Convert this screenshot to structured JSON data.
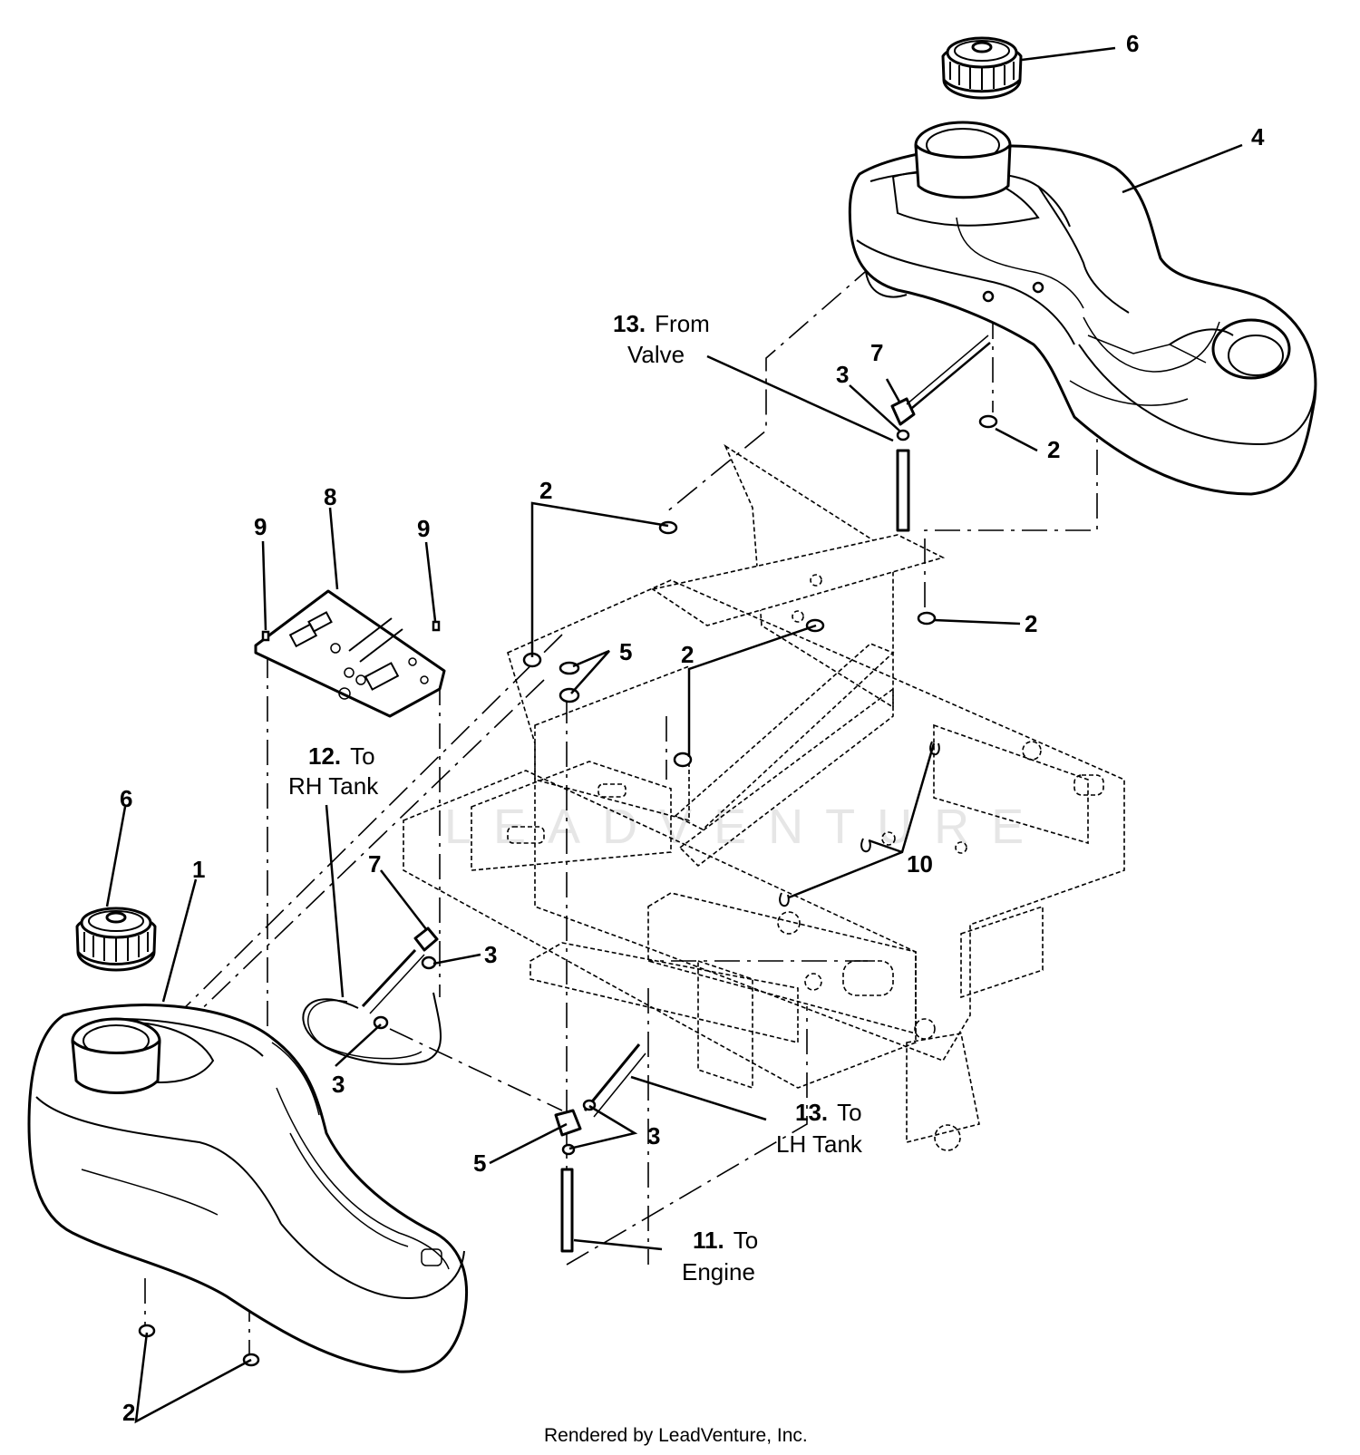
{
  "callouts": {
    "c6_top": "6",
    "c4": "4",
    "c7_top": "7",
    "c3_top": "3",
    "c2_tank_right": "2",
    "c2_center": "2",
    "c2_right_mid": "2",
    "c2_frame": "2",
    "c8": "8",
    "c9_left": "9",
    "c9_right": "9",
    "c5_top": "5",
    "c10": "10",
    "c6_left": "6",
    "c1": "1",
    "c7_left": "7",
    "c3_left_a": "3",
    "c3_left_b": "3",
    "c3_bottom": "3",
    "c5_bottom": "5",
    "c2_bottom": "2"
  },
  "labels": {
    "l13_from": {
      "num": "13.",
      "line1": "From",
      "line2": "Valve"
    },
    "l12": {
      "num": "12.",
      "line1": "To",
      "line2": "RH Tank"
    },
    "l13_to": {
      "num": "13.",
      "line1": "To",
      "line2": "LH Tank"
    },
    "l11": {
      "num": "11.",
      "line1": "To",
      "line2": "Engine"
    }
  },
  "watermark": "LEADVENTURE",
  "footer": "Rendered by LeadVenture, Inc."
}
